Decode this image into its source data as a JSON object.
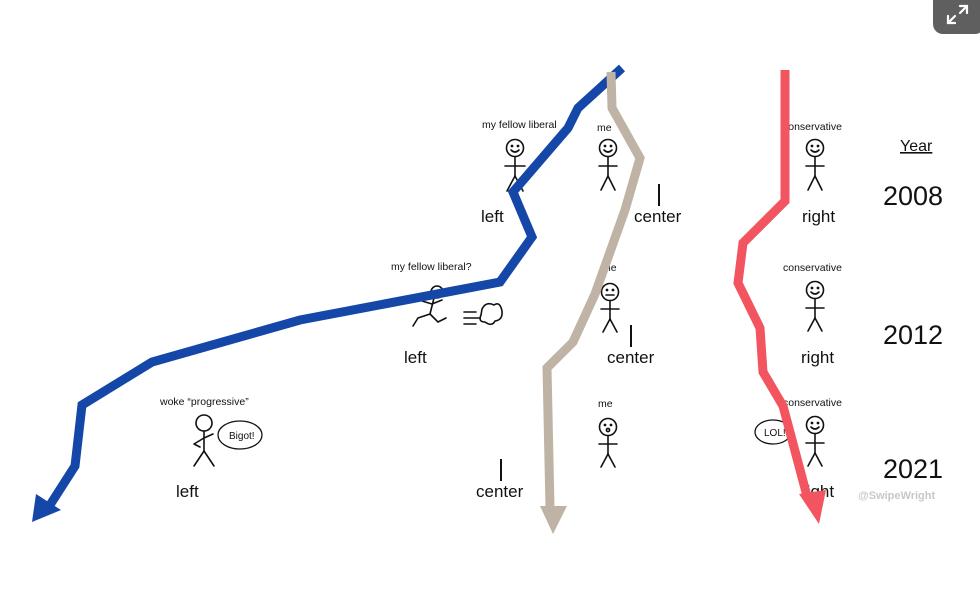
{
  "header": {
    "year_label": "Year"
  },
  "rows": [
    {
      "year": "2008",
      "axis": {
        "left": "left",
        "center": "center",
        "right": "right"
      },
      "figures": {
        "liberal": "my fellow liberal",
        "me": "me",
        "conservative": "conservative"
      }
    },
    {
      "year": "2012",
      "axis": {
        "left": "left",
        "center": "center",
        "right": "right"
      },
      "figures": {
        "liberal": "my fellow liberal?",
        "me": "me",
        "conservative": "conservative"
      }
    },
    {
      "year": "2021",
      "axis": {
        "left": "left",
        "center": "center",
        "right": "right"
      },
      "figures": {
        "progressive": "woke “progressive”",
        "me": "me",
        "conservative": "conservative"
      },
      "bubbles": {
        "progressive": "Bigot!",
        "conservative": "LOL!"
      }
    }
  ],
  "watermark": "@SwipeWright",
  "colors": {
    "left_blue": "#1447a8",
    "center_gray": "#bfb3a6",
    "right_red": "#f2555f",
    "axis_blue": "#2e7fc1",
    "axis_red": "#d7262e"
  },
  "icons": {
    "expand": "expand-icon"
  }
}
